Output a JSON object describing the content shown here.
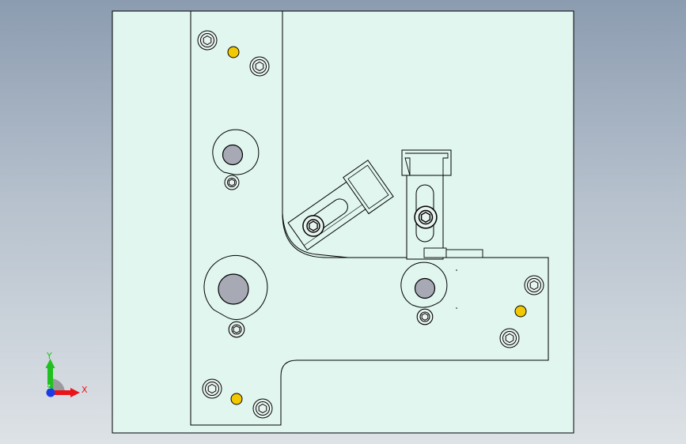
{
  "viewport": {
    "background_top": "#8c9cb0",
    "background_bottom": "#dde2e6",
    "part_fill": "#e0f6ef",
    "edge_color": "#000000",
    "dowel_color": "#f2c800",
    "shaft_color": "#a7a9b4"
  },
  "triad": {
    "x_label": "X",
    "y_label": "Y",
    "z_label": "Z",
    "x_color": "#e8141a",
    "y_color": "#20c020",
    "z_color": "#1a3ce8"
  }
}
